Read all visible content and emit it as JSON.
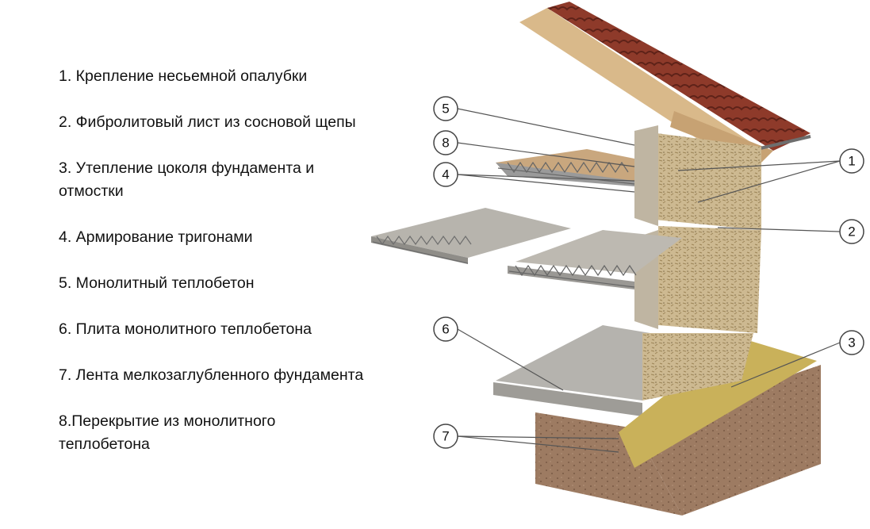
{
  "legend": [
    {
      "text": "1. Крепление несьемной опалубки"
    },
    {
      "text": "2. Фибролитовый лист из сосновой щепы"
    },
    {
      "text": "3. Утепление цоколя фундамента и отмостки"
    },
    {
      "text": "4. Армирование тригонами"
    },
    {
      "text": "5. Монолитный теплобетон"
    },
    {
      "text": "6. Плита монолитного теплобетона"
    },
    {
      "text": "7. Лента мелкозаглубленного фундамента"
    },
    {
      "text": "8.Перекрытие из монолитного теплобетона"
    }
  ],
  "callouts": [
    "1",
    "2",
    "3",
    "4",
    "5",
    "6",
    "7",
    "8"
  ],
  "colors": {
    "roof_tile": "#8e3a2a",
    "timber": "#d9b98a",
    "fibrolite": "#c7b48d",
    "concrete": "#b9b6b0",
    "insulation": "#c9b15a",
    "foundation_brick": "#9c7a60"
  }
}
